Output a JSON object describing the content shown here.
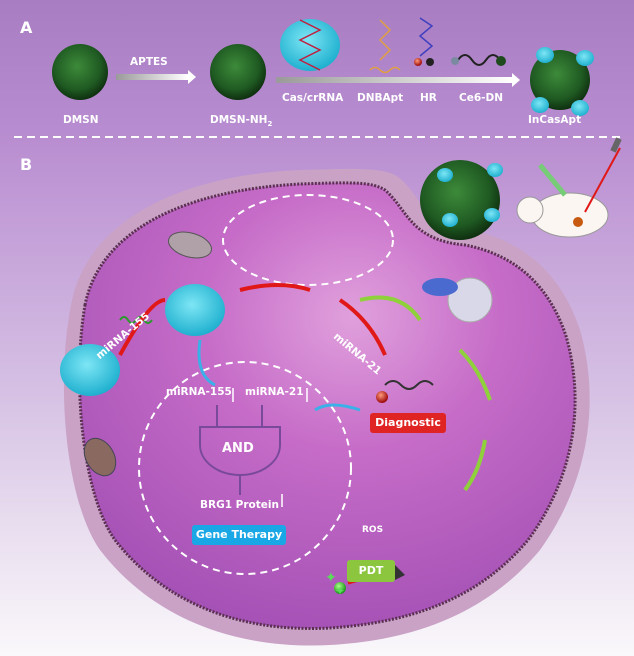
{
  "figure": {
    "panel_a": {
      "label": "A",
      "items": [
        {
          "name": "DMSN"
        },
        {
          "name": "DMSN-NH",
          "subscript": "2"
        },
        {
          "name": "Cas/crRNA"
        },
        {
          "name": "DNBApt"
        },
        {
          "name": "HR"
        },
        {
          "name": "Ce6-DN"
        },
        {
          "name": "InCasApt"
        }
      ],
      "arrow_label": "APTES"
    },
    "panel_b": {
      "label": "B",
      "labels": {
        "mirna155_free": "miRNA-155",
        "mirna21_free": "miRNA-21",
        "gate_input_1": "miRNA-155",
        "gate_input_2": "miRNA-21",
        "gate": "AND",
        "output": "BRG1 Protein",
        "ros": "ROS"
      },
      "arrows": {
        "input_1": "down",
        "input_2": "down",
        "output": "up"
      },
      "badges": {
        "diagnostic": {
          "text": "Diagnostic",
          "color": "#e02424"
        },
        "gene_therapy": {
          "text": "Gene Therapy",
          "color": "#1aa7e6"
        },
        "pdt": {
          "text": "PDT",
          "color": "#8cc63f"
        }
      }
    },
    "colors": {
      "cytoplasm": "#b05bc0",
      "nanoparticle": "#1e5a24",
      "cas_protein": "#3cc7e0",
      "arrow_red": "#e01818",
      "arrow_green": "#8fd13a",
      "arrow_blue": "#3ab0e8"
    }
  }
}
